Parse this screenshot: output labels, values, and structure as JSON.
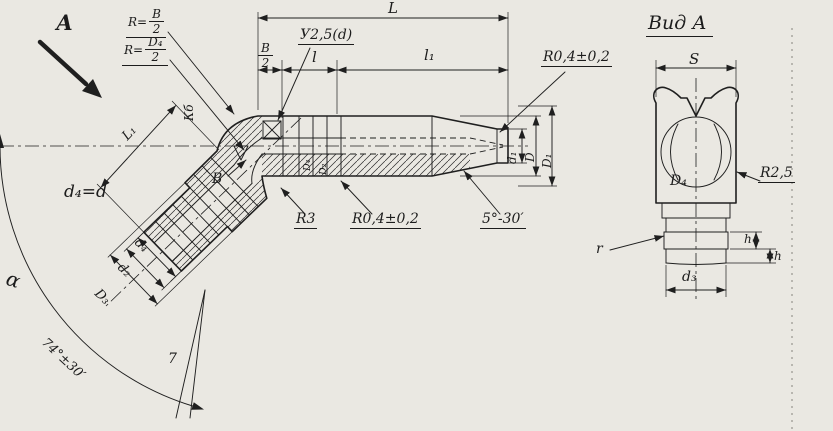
{
  "paper_color": "#eae8e2",
  "ink_color": "#1f1f1f",
  "main_view": {
    "view_arrow_label": "А",
    "callouts": {
      "radius_b_half": {
        "prefix": "R=",
        "num": "B",
        "den": "2"
      },
      "radius_d4_half": {
        "prefix": "R=",
        "num": "D₄",
        "den": "2"
      },
      "thread": "У2,5(d)",
      "fillet_top": "R0,4±0,2",
      "fillet_mid": "R0,4±0,2",
      "fillet_r3": "R3",
      "taper_angle": "5°-30′",
      "surface_finish_grade": "7"
    },
    "dimensions": {
      "overall_length": "L",
      "b_half": {
        "num": "B",
        "den": "2"
      },
      "l": "l",
      "l1": "l₁",
      "d1": "d₁",
      "D": "D",
      "D1": "D₁",
      "D4_section": "D₄",
      "D2_section": "D₂",
      "L1": "L₁",
      "B": "B",
      "bore": "d₄=d",
      "d4": "d₄",
      "d2": "d₂",
      "D3": "D₃",
      "alpha": "α",
      "bend_angle": "74°±30′",
      "branch_mark": "Кб"
    }
  },
  "view_a": {
    "title": "Вид А",
    "dimensions": {
      "S": "S",
      "D4": "D₄",
      "R25": "R2,5",
      "r": "r",
      "d3": "d₃",
      "h_upper": "h",
      "h_lower": "h"
    }
  }
}
